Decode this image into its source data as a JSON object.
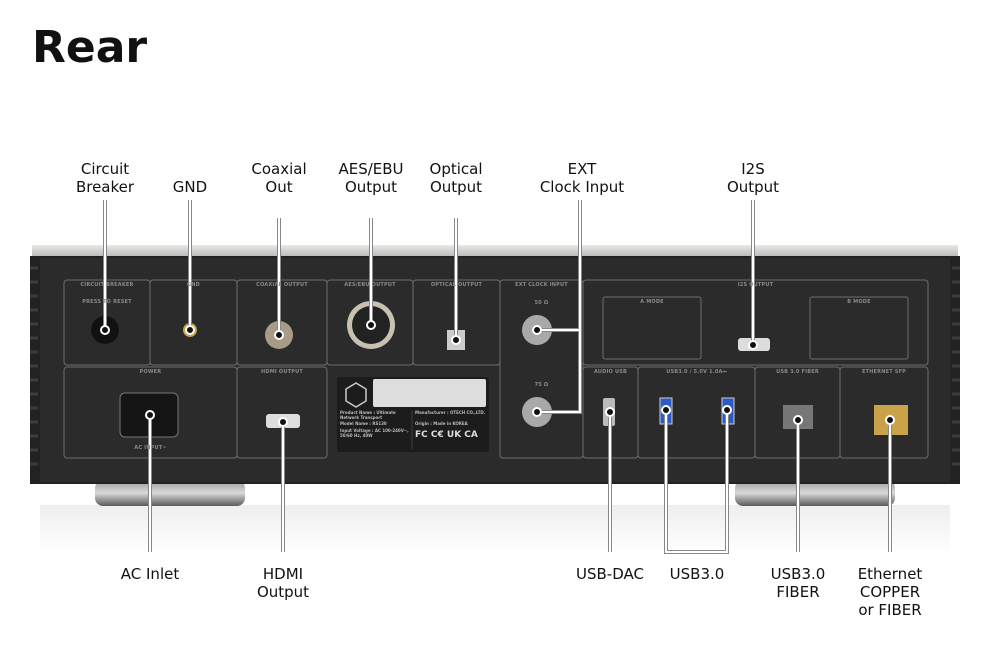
{
  "title": "Rear",
  "callouts_top": [
    {
      "id": "circuit-breaker",
      "text": "Circuit\nBreaker"
    },
    {
      "id": "gnd",
      "text": "GND"
    },
    {
      "id": "coaxial-out",
      "text": "Coaxial\nOut"
    },
    {
      "id": "aes-ebu-output",
      "text": "AES/EBU\nOutput"
    },
    {
      "id": "optical-output",
      "text": "Optical\nOutput"
    },
    {
      "id": "ext-clock-input",
      "text": "EXT\nClock Input"
    },
    {
      "id": "i2s-output",
      "text": "I2S\nOutput"
    }
  ],
  "callouts_bottom": [
    {
      "id": "ac-inlet",
      "text": "AC Inlet"
    },
    {
      "id": "hdmi-output",
      "text": "HDMI\nOutput"
    },
    {
      "id": "usb-dac",
      "text": "USB-DAC"
    },
    {
      "id": "usb3",
      "text": "USB3.0"
    },
    {
      "id": "usb3-fiber",
      "text": "USB3.0\nFIBER"
    },
    {
      "id": "ethernet",
      "text": "Ethernet\nCOPPER\nor FIBER"
    }
  ],
  "panel": {
    "circuit_breaker": "CIRCUIT BREAKER",
    "press_to_reset": "PRESS TO RESET",
    "gnd": "GND",
    "coaxial": "COAXIAL OUTPUT",
    "aes": "AES/EBU OUTPUT",
    "optical": "OPTICAL OUTPUT",
    "ext_clock": "EXT CLOCK INPUT",
    "ohm50": "50 Ω",
    "ohm75": "75 Ω",
    "i2s": "I2S OUTPUT",
    "a_mode": "A MODE",
    "b_mode": "B MODE",
    "power": "POWER",
    "ac_input": "AC INPUT~",
    "hdmi": "HDMI OUTPUT",
    "audio_usb": "AUDIO USB",
    "usb30": "USB3.0 / 5.0V 1.0A⎓",
    "usb_fiber": "USB 3.0 FIBER",
    "ethernet_sfp": "ETHERNET SFP",
    "label_product": "Product Name : Ultimate Network Transport",
    "label_model": "Model Name : RS130",
    "label_voltage": "Input Voltage : AC 100-240V~, 50/60 Hz, 40W",
    "label_manufacturer": "Manufacturer : OTECH CO.,LTD.",
    "label_origin": "Origin : Made in KOREA",
    "label_certs": "FC C€ UK CA"
  },
  "colors": {
    "body": "#2b2b2b",
    "panel_line": "#6e6e6e",
    "callout": "#ffffff",
    "text": "#111111"
  }
}
